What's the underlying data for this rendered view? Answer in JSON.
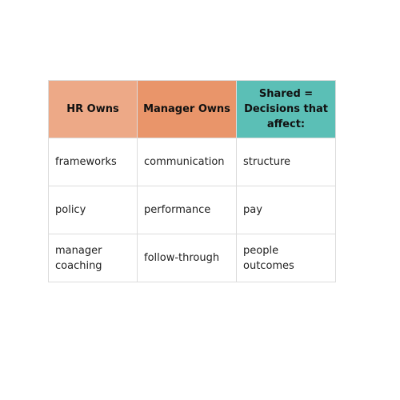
{
  "colors": {
    "hr_header_bg": "#eda987",
    "manager_header_bg": "#e9956a",
    "shared_header_bg": "#5bbfb6",
    "grid_line": "#dcdcdc"
  },
  "table": {
    "headers": {
      "hr": "HR Owns",
      "manager": "Manager Owns",
      "shared": "Shared = Decisions that affect:"
    },
    "rows": [
      {
        "hr": "frameworks",
        "manager": "communication",
        "shared": "structure"
      },
      {
        "hr": "policy",
        "manager": "performance",
        "shared": "pay"
      },
      {
        "hr": "manager coaching",
        "manager": "follow-through",
        "shared": "people outcomes"
      }
    ]
  }
}
